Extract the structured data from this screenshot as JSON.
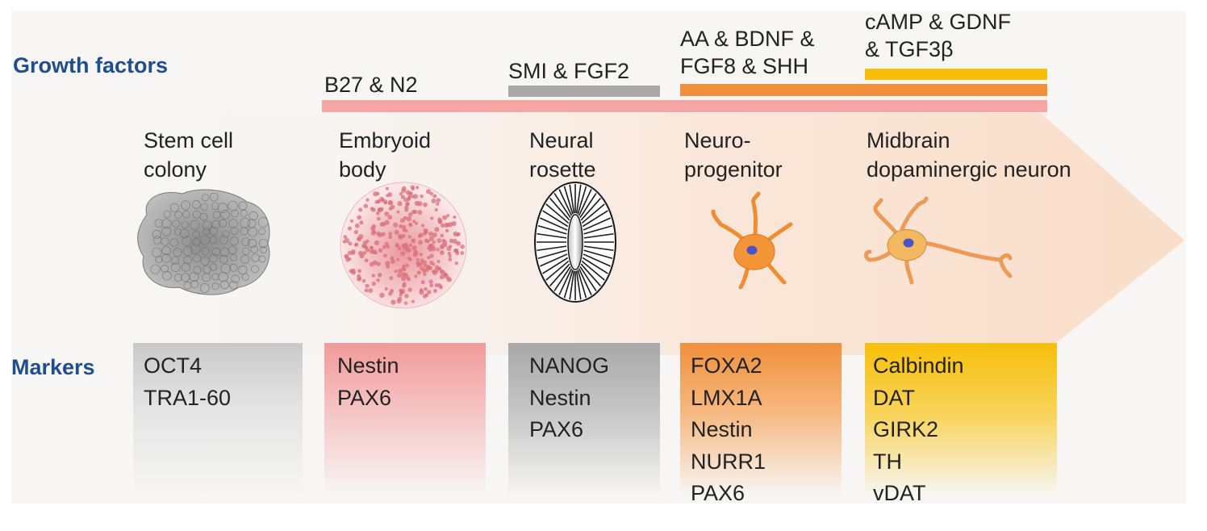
{
  "labels": {
    "growth_factors": "Growth factors",
    "markers": "Markers"
  },
  "factors": [
    {
      "lines": [
        "B27 & N2"
      ],
      "color": "#f6a5a5"
    },
    {
      "lines": [
        "SMI & FGF2"
      ],
      "color": "#a9a9a9"
    },
    {
      "lines": [
        "AA & BDNF &",
        "FGF8 & SHH"
      ],
      "color": "#f0903c"
    },
    {
      "lines": [
        "cAMP & GDNF",
        "& TGF3β"
      ],
      "color": "#f7bf0a"
    }
  ],
  "stages": [
    {
      "lines": [
        "Stem cell",
        "colony"
      ],
      "icon": "stem-cell-colony-icon"
    },
    {
      "lines": [
        "Embryoid",
        "body"
      ],
      "icon": "embryoid-body-icon"
    },
    {
      "lines": [
        "Neural",
        "rosette"
      ],
      "icon": "neural-rosette-icon"
    },
    {
      "lines": [
        "Neuro-",
        "progenitor"
      ],
      "icon": "neuroprogenitor-icon"
    },
    {
      "lines": [
        "Midbrain",
        "dopaminergic neuron"
      ],
      "icon": "dopaminergic-neuron-icon"
    }
  ],
  "markers": [
    {
      "items": [
        "OCT4",
        "TRA1-60"
      ],
      "color": "#c9c9c9"
    },
    {
      "items": [
        "Nestin",
        "PAX6"
      ],
      "color": "#f19a9a"
    },
    {
      "items": [
        "NANOG",
        "Nestin",
        "PAX6"
      ],
      "color": "#a8a8a8"
    },
    {
      "items": [
        "FOXA2",
        "LMX1A",
        "Nestin",
        "NURR1",
        "PAX6"
      ],
      "color": "#f0903c"
    },
    {
      "items": [
        "Calbindin",
        "DAT",
        "GIRK2",
        "TH",
        "vDAT"
      ],
      "color": "#f7bf0a"
    }
  ]
}
